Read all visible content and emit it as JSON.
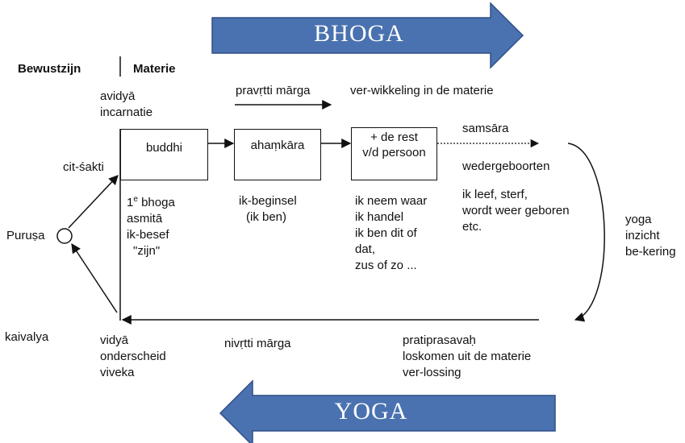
{
  "banners": {
    "top": "BHOGA",
    "bottom": "YOGA"
  },
  "headers": {
    "consciousness": "Bewustzijn",
    "matter": "Materie"
  },
  "purusha": "Puruṣa",
  "kaivalya": "kaivalya",
  "cit_shakti": "cit-śakti",
  "avidya": {
    "line1": "avidyā",
    "line2": "incarnatie"
  },
  "pravrtti": "pravṛtti mārga",
  "entanglement": "ver-wikkeling in de materie",
  "boxes": {
    "buddhi": "buddhi",
    "ahamkara": "ahaṃkāra",
    "rest_line1": "+ de rest",
    "rest_line2": "v/d persoon"
  },
  "samsara": "samsāra",
  "rebirths": "wedergeboorten",
  "buddhi_notes": {
    "bhoga_num": "1",
    "bhoga_sup": "e",
    "bhoga_word": " bhoga",
    "asmita": "asmitā",
    "self": "ik-besef",
    "being": "\"zijn\""
  },
  "ahamkara_notes": {
    "line1": "ik-beginsel",
    "line2": "(ik ben)"
  },
  "rest_notes": [
    "ik neem waar",
    "ik handel",
    "ik ben dit of",
    "dat,",
    "zus of zo ..."
  ],
  "life_notes": [
    "ik leef, sterf,",
    "wordt weer geboren",
    "etc."
  ],
  "yoga_side": [
    "yoga",
    "inzicht",
    "be-kering"
  ],
  "vidya": [
    "vidyā",
    "onderscheid",
    "viveka"
  ],
  "nivrtti": "nivṛtti mārga",
  "return_notes": [
    "pratiprasavaḥ",
    "loskomen uit de materie",
    "ver-lossing"
  ],
  "colors": {
    "arrow_fill": "#4a72b0",
    "arrow_stroke": "#2f4f86",
    "line": "#111111"
  }
}
